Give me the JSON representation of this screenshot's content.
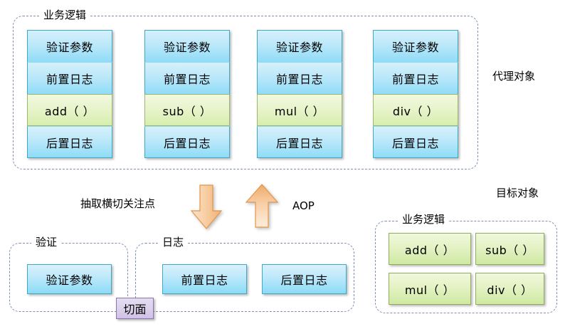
{
  "diagram": {
    "title_text": "AOP proxy / target object diagram",
    "labels": {
      "proxy_object": "代理对象",
      "target_object": "目标对象",
      "business_logic": "业务逻辑",
      "business_logic_target": "业务逻辑",
      "extract_crosscutting": "抽取横切关注点",
      "aop": "AOP",
      "validate_group": "验证",
      "log_group": "日志",
      "aspect_badge": "切面"
    },
    "proxy_columns": [
      {
        "name": "add-column",
        "cells": [
          {
            "text": "验证参数",
            "kind": "blue"
          },
          {
            "text": "前置日志",
            "kind": "blue"
          },
          {
            "text": "add（ ）",
            "kind": "green"
          },
          {
            "text": "后置日志",
            "kind": "blue"
          }
        ]
      },
      {
        "name": "sub-column",
        "cells": [
          {
            "text": "验证参数",
            "kind": "blue"
          },
          {
            "text": "前置日志",
            "kind": "blue"
          },
          {
            "text": "sub（ ）",
            "kind": "green"
          },
          {
            "text": "后置日志",
            "kind": "blue"
          }
        ]
      },
      {
        "name": "mul-column",
        "cells": [
          {
            "text": "验证参数",
            "kind": "blue"
          },
          {
            "text": "前置日志",
            "kind": "blue"
          },
          {
            "text": "mul（ ）",
            "kind": "green"
          },
          {
            "text": "后置日志",
            "kind": "blue"
          }
        ]
      },
      {
        "name": "div-column",
        "cells": [
          {
            "text": "验证参数",
            "kind": "blue"
          },
          {
            "text": "前置日志",
            "kind": "blue"
          },
          {
            "text": "div（ ）",
            "kind": "green"
          },
          {
            "text": "后置日志",
            "kind": "blue"
          }
        ]
      }
    ],
    "validate_group_boxes": [
      {
        "text": "验证参数"
      }
    ],
    "log_group_boxes": [
      {
        "text": "前置日志"
      },
      {
        "text": "后置日志"
      }
    ],
    "target_methods": [
      {
        "text": "add（ ）"
      },
      {
        "text": "sub（ ）"
      },
      {
        "text": "mul（ ）"
      },
      {
        "text": "div（ ）"
      }
    ],
    "arrows": [
      {
        "name": "extract-down-arrow",
        "direction": "down",
        "color": "#f7c28f"
      },
      {
        "name": "weave-up-arrow",
        "direction": "up",
        "color": "#f7c28f"
      }
    ],
    "colors": {
      "blue_fill": "#bfe9fa",
      "blue_border": "#3da9c6",
      "green_fill": "#e4f2c4",
      "green_border": "#8fae5d",
      "purple_fill": "#ddd2ec",
      "purple_border": "#8c73b8",
      "arrow_fill": "#f6c392",
      "arrow_border": "#e8964a",
      "dashed_border": "#7f8fb5",
      "background": "#ffffff"
    }
  }
}
